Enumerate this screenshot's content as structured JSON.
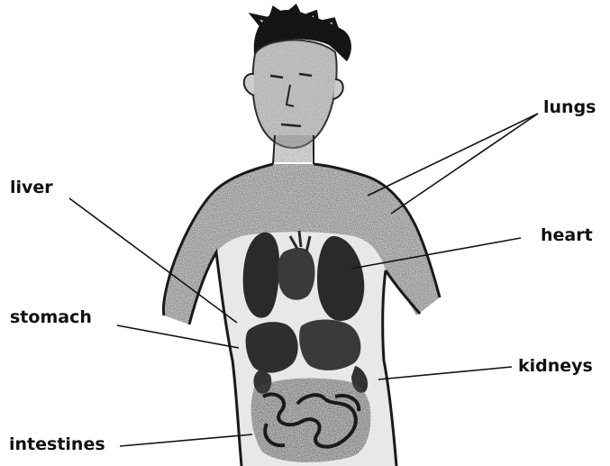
{
  "labels": {
    "lungs": "lungs",
    "liver": "liver",
    "heart": "heart",
    "stomach": "stomach",
    "kidneys": "kidneys",
    "intestines": "intestines"
  },
  "colors": {
    "ink": "#111111",
    "crayon_shade": "#6a6a6a",
    "organ": "#2e2e2e",
    "skin": "#d9d9d9"
  }
}
